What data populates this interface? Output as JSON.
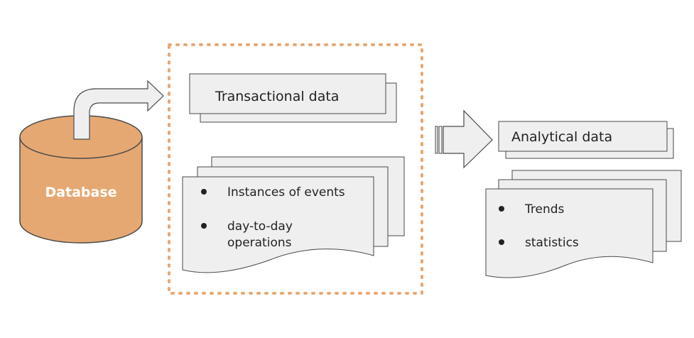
{
  "database": {
    "label": "Database",
    "fill": "#e6a873",
    "stroke": "#4a4a4a"
  },
  "transactional": {
    "title": "Transactional data",
    "items": [
      "Instances of events",
      "day-to-day",
      "operations"
    ]
  },
  "analytical": {
    "title": "Analytical data",
    "items": [
      "Trends",
      "statistics"
    ]
  },
  "colors": {
    "dotted_border": "#e6a873",
    "card_fill": "#efefef",
    "card_stroke": "#4a4a4a",
    "text": "#222222"
  }
}
